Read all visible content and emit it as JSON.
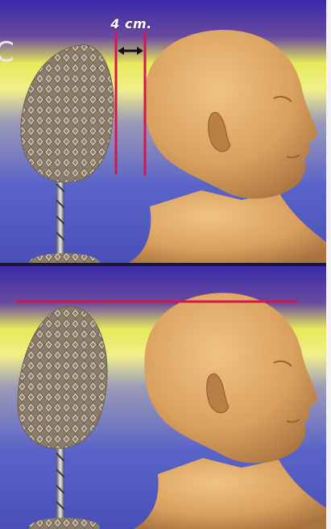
{
  "top_panel": {
    "measurement_label": "4 cm."
  },
  "colors": {
    "background_top": "#3a2aa8",
    "background_band": "#e7ea5a",
    "background_bottom": "#5a64c8",
    "marker_line": "#d0184a",
    "divider": "#1b1731",
    "skin": "#d9a05e",
    "headrest_fabric": "#a49684"
  },
  "icons": [
    "headrest",
    "head-profile",
    "measurement-arrow"
  ]
}
